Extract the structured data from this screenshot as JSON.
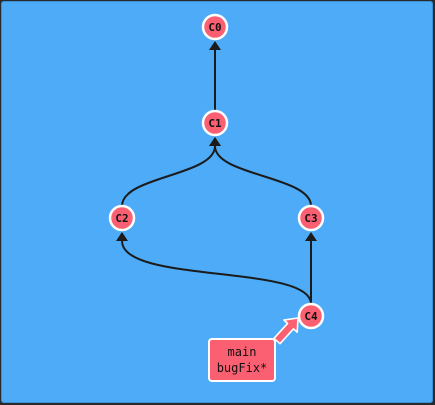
{
  "commits": [
    {
      "id": "C0",
      "parents": []
    },
    {
      "id": "C1",
      "parents": [
        "C0"
      ]
    },
    {
      "id": "C2",
      "parents": [
        "C1"
      ]
    },
    {
      "id": "C3",
      "parents": [
        "C1"
      ]
    },
    {
      "id": "C4",
      "parents": [
        "C2",
        "C3"
      ]
    }
  ],
  "branches": {
    "target_commit": "C4",
    "names": [
      "main",
      "bugFix*"
    ]
  },
  "colors": {
    "background": "#4dabf7",
    "node": "#fb6072",
    "node_outline": "#ffffff",
    "edge": "#1b1b1b"
  }
}
